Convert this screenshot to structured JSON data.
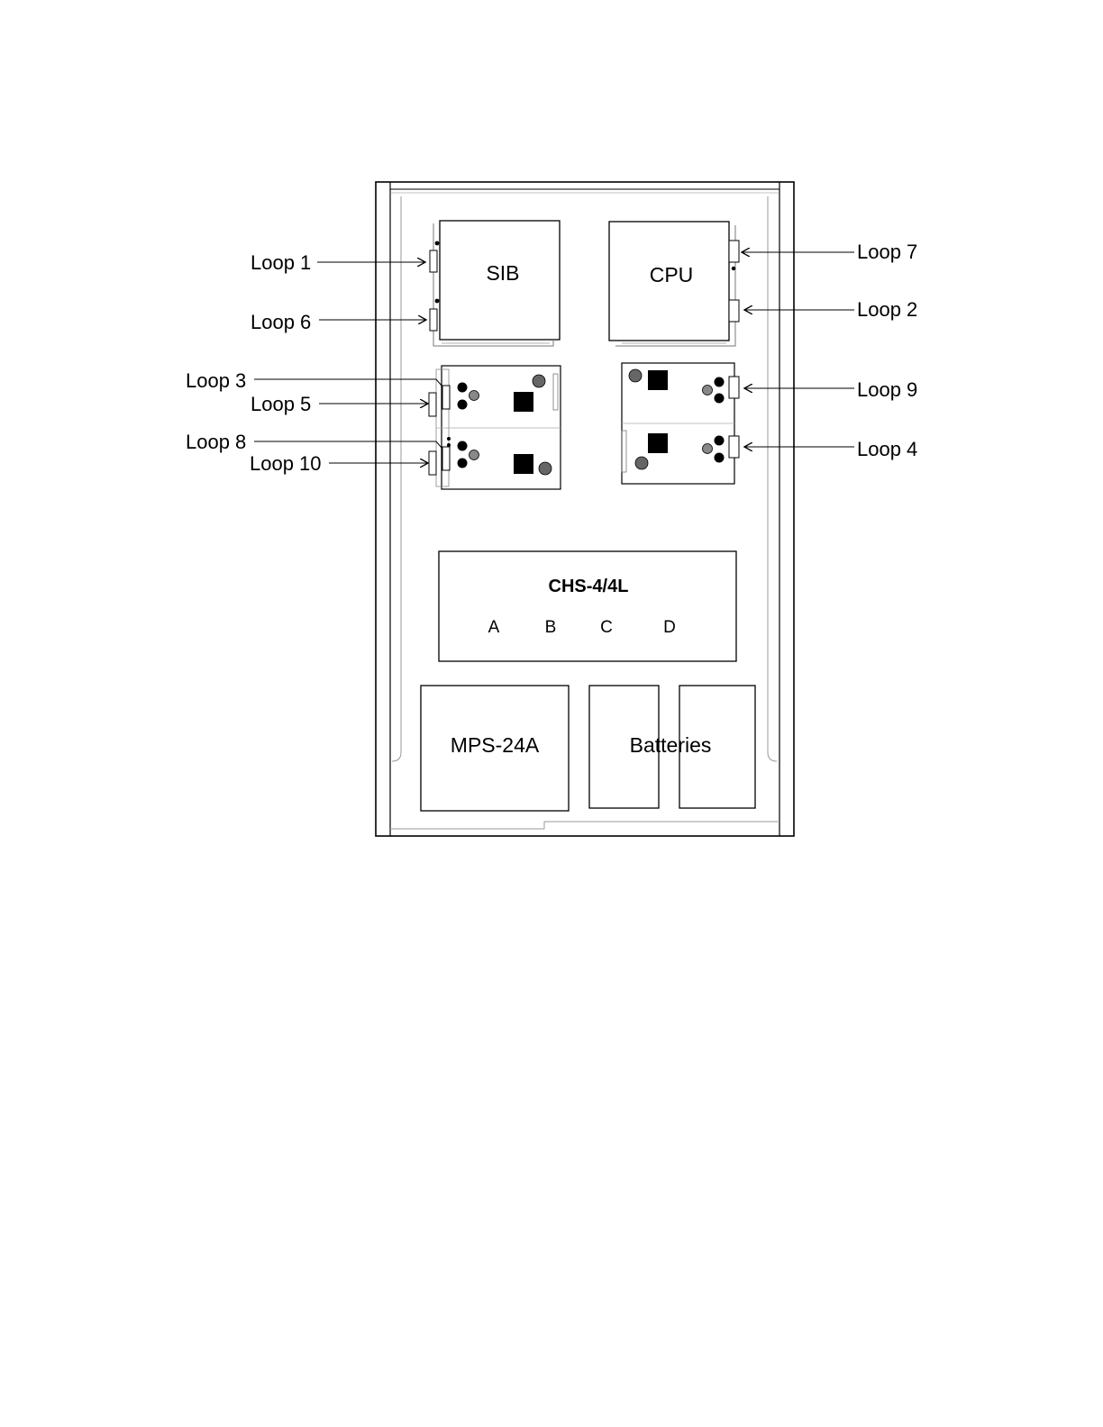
{
  "boards": {
    "sib": "SIB",
    "cpu": "CPU"
  },
  "chs": {
    "title": "CHS-4/4L",
    "channels": [
      "A",
      "B",
      "C",
      "D"
    ]
  },
  "power": {
    "supply": "MPS-24A",
    "batteries": "Batteries"
  },
  "loops": {
    "loop1": "Loop 1",
    "loop2": "Loop 2",
    "loop3": "Loop 3",
    "loop4": "Loop 4",
    "loop5": "Loop 5",
    "loop6": "Loop 6",
    "loop7": "Loop 7",
    "loop8": "Loop 8",
    "loop9": "Loop 9",
    "loop10": "Loop 10"
  }
}
